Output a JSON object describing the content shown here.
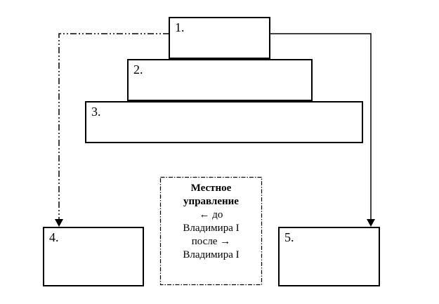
{
  "colors": {
    "line": "#000000",
    "background": "#ffffff",
    "text": "#000000"
  },
  "boxes": [
    {
      "label": "1."
    },
    {
      "label": "2."
    },
    {
      "label": "3."
    },
    {
      "label": "4."
    },
    {
      "label": "5."
    }
  ],
  "note": {
    "lines": [
      "Местное",
      "управление",
      "← до",
      "Владимира I",
      "после →",
      "Владимира I"
    ]
  }
}
